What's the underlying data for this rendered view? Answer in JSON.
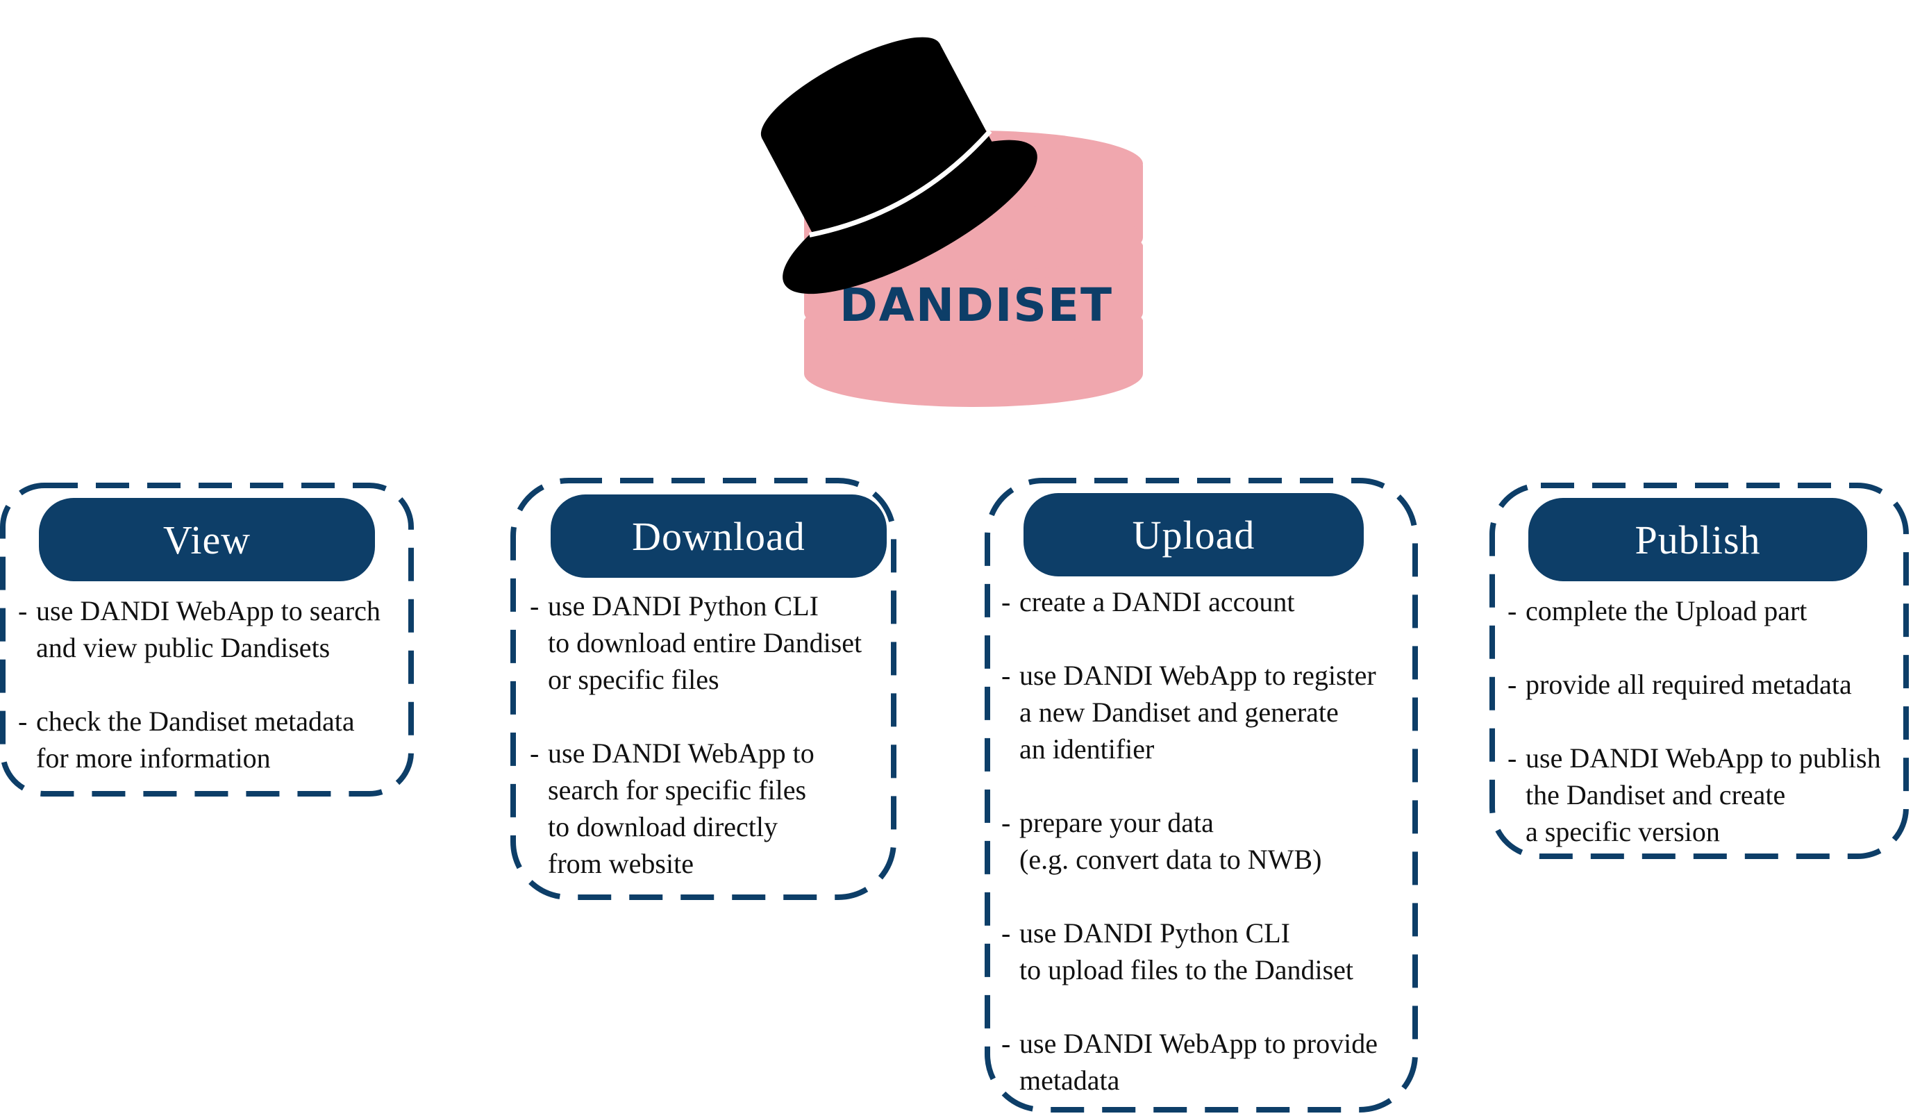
{
  "logo": {
    "label": "DANDISET",
    "cylinder_color": "#f0a7ae",
    "label_color": "#0d3e68",
    "hat_color": "#000000"
  },
  "colors": {
    "box_border": "#0d3e68",
    "pill_bg": "#0d3e68",
    "pill_text": "#ffffff",
    "body_text": "#111111"
  },
  "panels": [
    {
      "title": "View",
      "items": [
        "use DANDI WebApp to search\nand view public Dandisets",
        "check the Dandiset metadata\nfor more information"
      ]
    },
    {
      "title": "Download",
      "items": [
        "use DANDI Python CLI\nto download entire Dandiset\nor specific files",
        "use DANDI WebApp to\nsearch for specific files\nto download directly\nfrom website"
      ]
    },
    {
      "title": "Upload",
      "items": [
        "create a DANDI account",
        "use DANDI WebApp to register\na new Dandiset and generate\nan identifier",
        "prepare your data\n(e.g. convert data to NWB)",
        "use DANDI Python CLI\nto upload files to the Dandiset",
        "use DANDI WebApp to provide\nmetadata"
      ]
    },
    {
      "title": "Publish",
      "items": [
        "complete the Upload part",
        "provide all required metadata",
        "use DANDI WebApp to publish\nthe Dandiset and create\na specific version"
      ]
    }
  ]
}
